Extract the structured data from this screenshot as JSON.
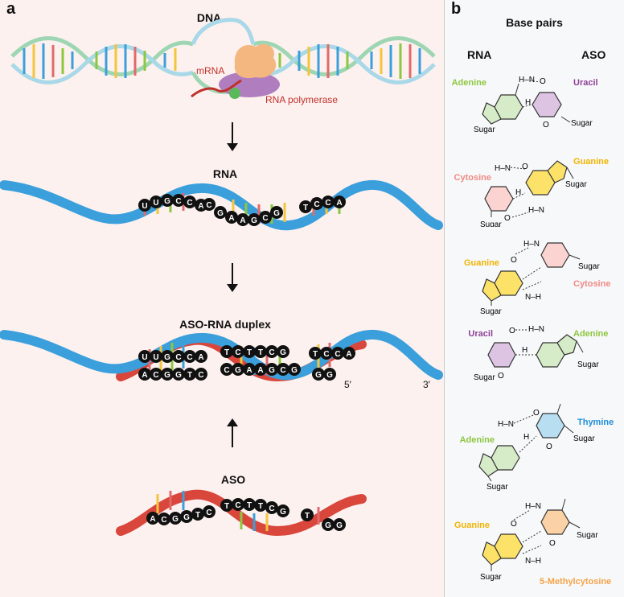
{
  "panel_a": {
    "label": "a",
    "stages": {
      "dna": "DNA",
      "rna": "RNA",
      "duplex": "ASO-RNA duplex",
      "aso": "ASO"
    },
    "annotations": {
      "mrna": "mRNA",
      "polymerase": "RNA polymerase",
      "five_prime": "5′",
      "three_prime": "3′"
    },
    "rna_bases": {
      "group1": [
        "U",
        "U",
        "G",
        "C",
        "C",
        "A"
      ],
      "group2": [
        "C",
        "G",
        "A",
        "A",
        "G",
        "C",
        "G"
      ],
      "group3": [
        "T",
        "C",
        "C",
        "A"
      ]
    },
    "aso_bases": {
      "group1": [
        "A",
        "C",
        "G",
        "G",
        "T",
        "C"
      ],
      "group2": [
        "T",
        "C",
        "T",
        "T",
        "C",
        "G"
      ],
      "group3": [
        "T",
        "G",
        "G"
      ]
    },
    "duplex_top": {
      "group1": [
        "U",
        "U",
        "G",
        "C",
        "C",
        "A"
      ],
      "group2": [
        "T",
        "C",
        "T",
        "T",
        "C",
        "G"
      ],
      "group3": [
        "T",
        "C",
        "C",
        "A"
      ]
    },
    "duplex_bottom": {
      "group1": [
        "A",
        "C",
        "G",
        "G",
        "T",
        "C"
      ],
      "group2": [
        "C",
        "G",
        "A",
        "A",
        "G",
        "C",
        "G"
      ],
      "group3": [
        "G",
        "G"
      ]
    },
    "colors": {
      "rna_strand": "#3a9fdb",
      "aso_strand": "#d9463c",
      "dna_strand": "#8fd0c0"
    }
  },
  "panel_b": {
    "label": "b",
    "title": "Base pairs",
    "col_left": "RNA",
    "col_right": "ASO",
    "atoms": {
      "n": "N",
      "h": "H",
      "o": "O",
      "sugar": "Sugar",
      "nh": "N–H",
      "hn": "H–N"
    },
    "pairs": [
      {
        "left": "Adenine",
        "right": "Uracil",
        "left_color": "#8dc63f",
        "right_color": "#8e3e96",
        "left_fill": "#d6ecc8",
        "right_fill": "#ddc4e3"
      },
      {
        "left": "Cytosine",
        "right": "Guanine",
        "left_color": "#f08a84",
        "right_color": "#f0b400",
        "left_fill": "#fbd3d1",
        "right_fill": "#fde26a"
      },
      {
        "left": "Guanine",
        "right": "Cytosine",
        "left_color": "#f0b400",
        "right_color": "#f08a84",
        "left_fill": "#fde26a",
        "right_fill": "#fbd3d1"
      },
      {
        "left": "Uracil",
        "right": "Adenine",
        "left_color": "#8e3e96",
        "right_color": "#8dc63f",
        "left_fill": "#ddc4e3",
        "right_fill": "#d6ecc8"
      },
      {
        "left": "Adenine",
        "right": "Thymine",
        "left_color": "#8dc63f",
        "right_color": "#1e8fd6",
        "left_fill": "#d6ecc8",
        "right_fill": "#b8def2"
      },
      {
        "left": "Guanine",
        "right": "5-Methylcytosine",
        "left_color": "#f0b400",
        "right_color": "#f5a34a",
        "left_fill": "#fde26a",
        "right_fill": "#fbd1a6"
      }
    ]
  }
}
